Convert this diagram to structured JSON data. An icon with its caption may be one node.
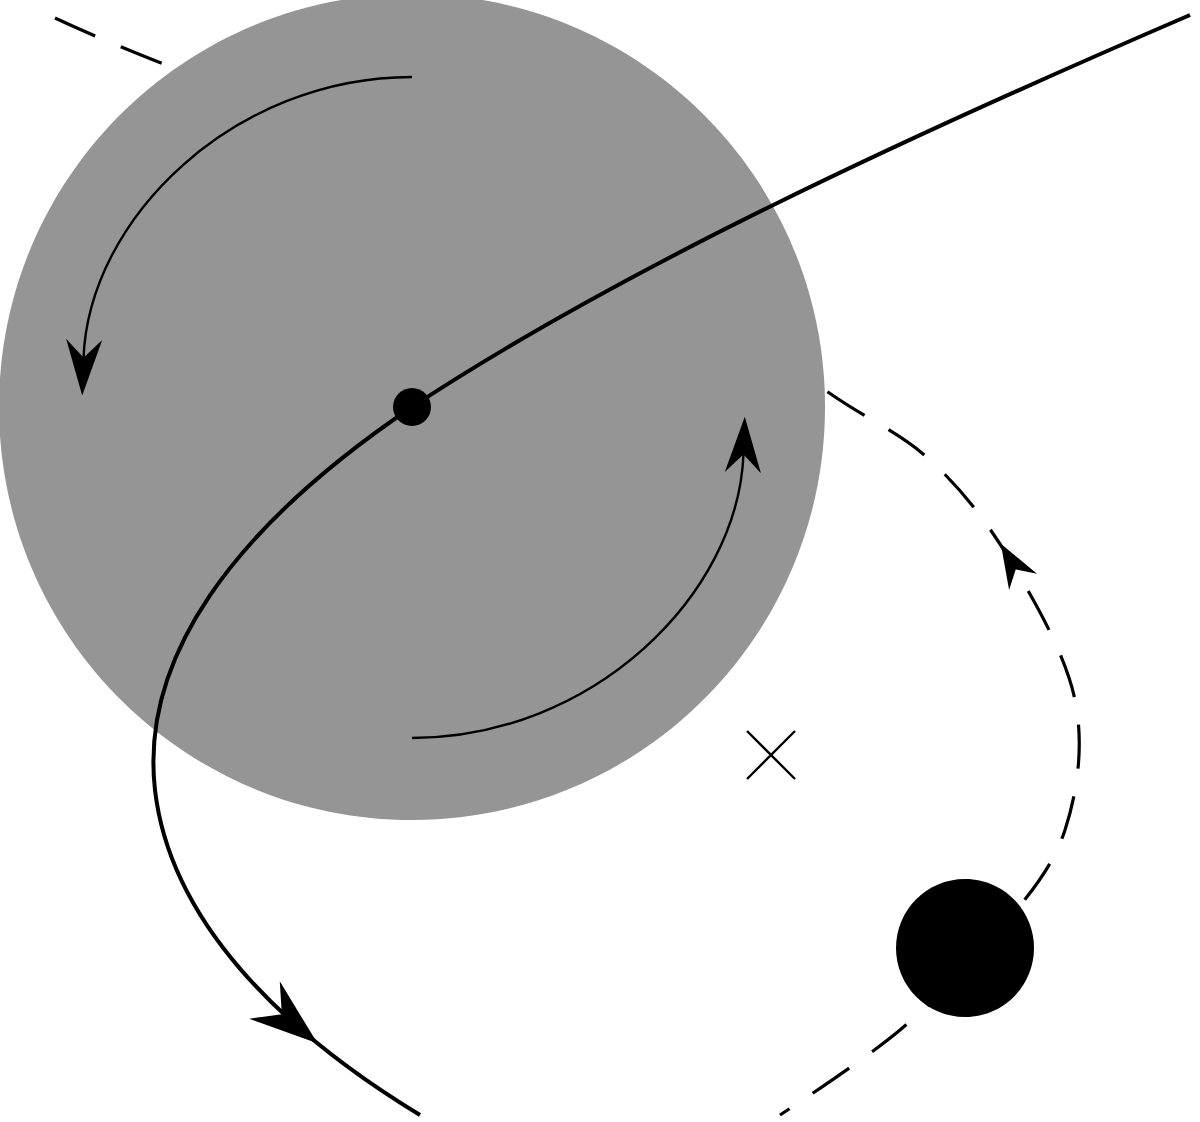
{
  "diagram": {
    "nodes": [
      {
        "text": [],
        "shape": "circle"
      },
      {
        "text": [],
        "shape": "circle",
        "in": 0
      },
      {
        "text": [],
        "shape": "circle"
      }
    ]
  }
}
